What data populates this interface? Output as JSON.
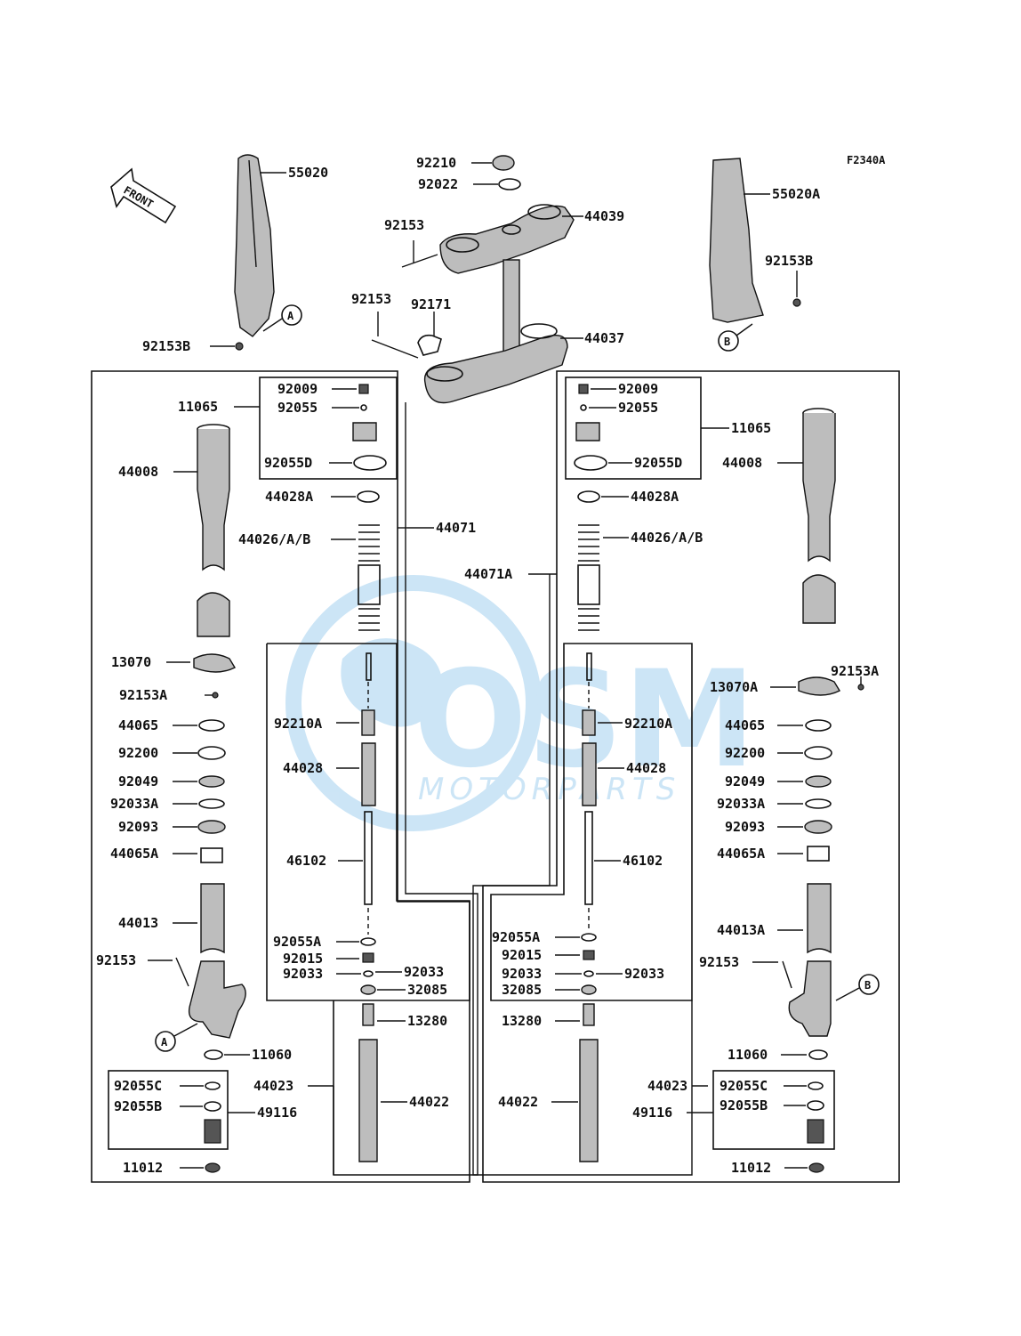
{
  "diagram_code": "F2340A",
  "front_label": "FRONT",
  "watermark": {
    "brand": "OSM",
    "tagline": "MOTORPARTS",
    "color": "#4aa3df"
  },
  "callouts": {
    "a": "A",
    "b": "B"
  },
  "parts": {
    "p55020": "55020",
    "p55020A": "55020A",
    "p92153B_l": "92153B",
    "p92153B_r": "92153B",
    "p92210": "92210",
    "p92022": "92022",
    "p92153_t1": "92153",
    "p44039": "44039",
    "p92153_t2": "92153",
    "p92171": "92171",
    "p44037": "44037",
    "L_11065": "11065",
    "L_92009": "92009",
    "L_92055": "92055",
    "L_92055D": "92055D",
    "L_44008": "44008",
    "L_44028A": "44028A",
    "L_44071": "44071",
    "L_44026": "44026/A/B",
    "L_13070": "13070",
    "L_92153A": "92153A",
    "L_44065": "44065",
    "L_92200": "92200",
    "L_92049": "92049",
    "L_92033A": "92033A",
    "L_92093": "92093",
    "L_44065A": "44065A",
    "L_44013": "44013",
    "L_92153": "92153",
    "L_11060": "11060",
    "L_92055C": "92055C",
    "L_92055B": "92055B",
    "L_49116": "49116",
    "L_11012": "11012",
    "L_92210A": "92210A",
    "L_44028": "44028",
    "L_46102": "46102",
    "L_92055A": "92055A",
    "L_92015": "92015",
    "L_92033a": "92033",
    "L_92033b": "92033",
    "L_32085": "32085",
    "L_13280": "13280",
    "L_44023": "44023",
    "L_44022": "44022",
    "R_92009": "92009",
    "R_92055": "92055",
    "R_11065": "11065",
    "R_92055D": "92055D",
    "R_44008": "44008",
    "R_44028A": "44028A",
    "R_44026": "44026/A/B",
    "R_44071A": "44071A",
    "R_92153A": "92153A",
    "R_13070A": "13070A",
    "R_44065": "44065",
    "R_92200": "92200",
    "R_92049": "92049",
    "R_92033A": "92033A",
    "R_92093": "92093",
    "R_44065A": "44065A",
    "R_44013A": "44013A",
    "R_92153": "92153",
    "R_11060": "11060",
    "R_92055C": "92055C",
    "R_92055B": "92055B",
    "R_49116": "49116",
    "R_11012": "11012",
    "R_92210A": "92210A",
    "R_44028": "44028",
    "R_46102": "46102",
    "R_92055A": "92055A",
    "R_92015": "92015",
    "R_92033a": "92033",
    "R_92033b": "92033",
    "R_32085": "32085",
    "R_13280": "13280",
    "R_44022": "44022",
    "R_44023": "44023"
  }
}
